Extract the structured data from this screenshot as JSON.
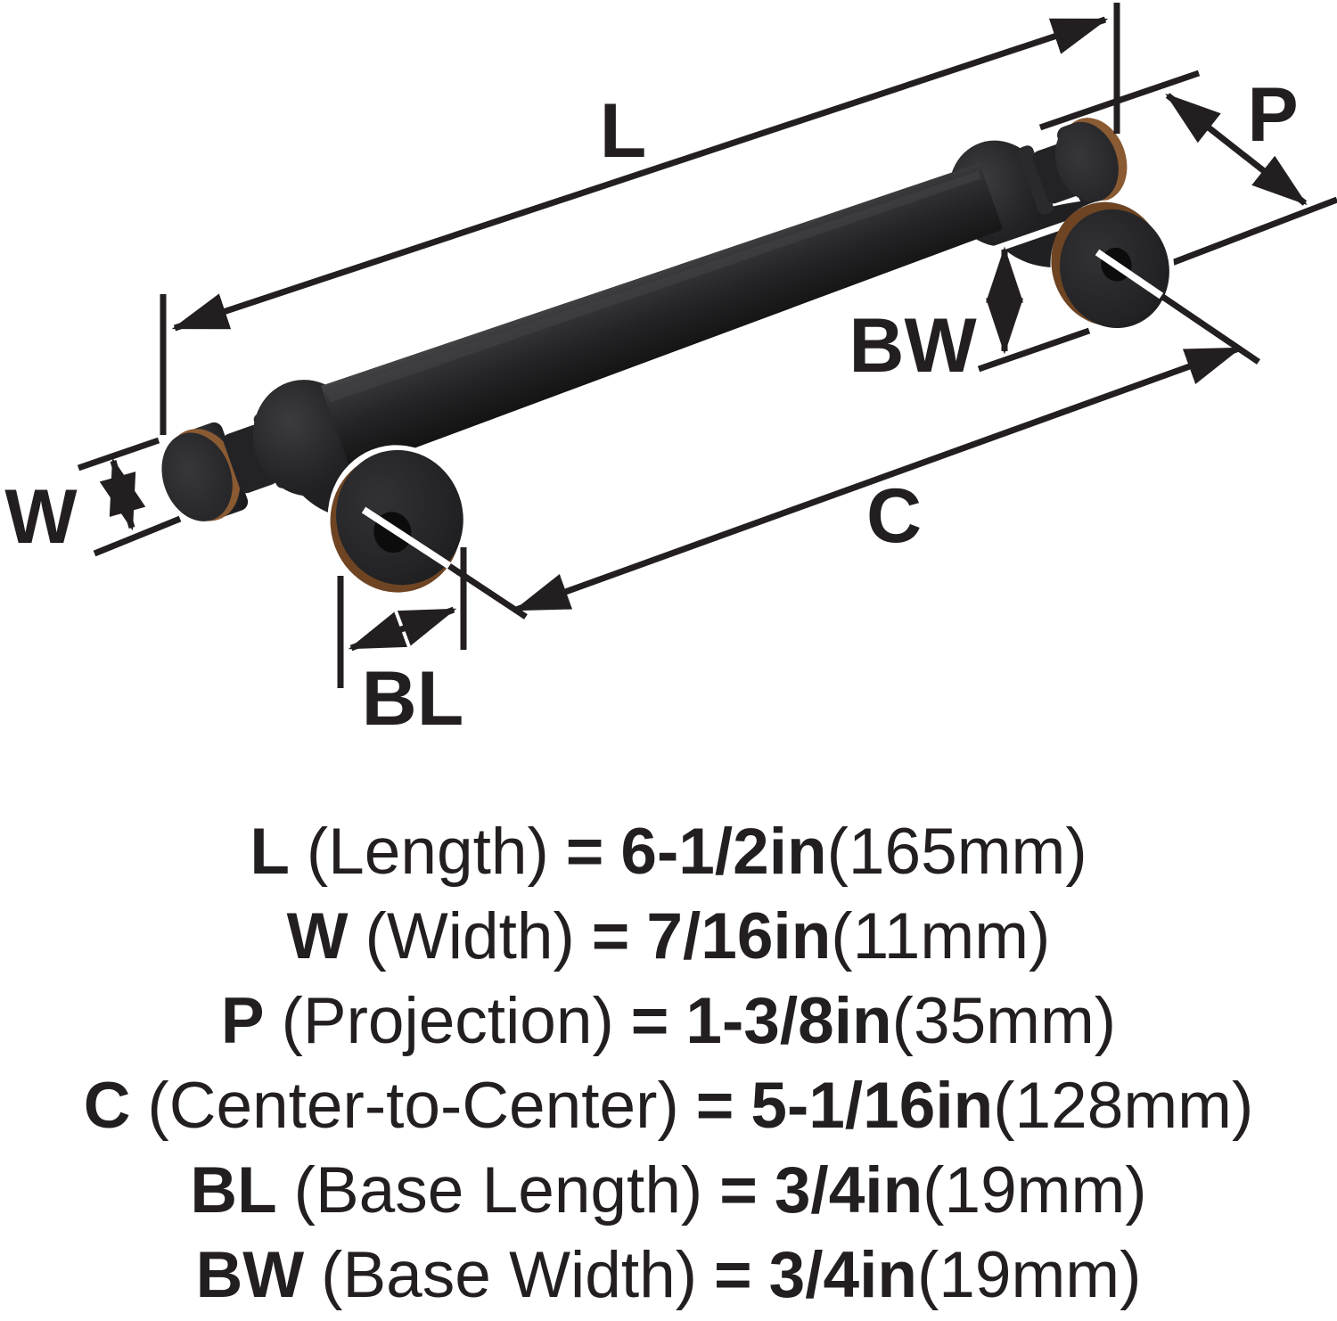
{
  "diagram": {
    "labels": {
      "length": "L",
      "width": "W",
      "projection": "P",
      "center_to_center": "C",
      "base_length": "BL",
      "base_width": "BW"
    }
  },
  "specs": {
    "rows": [
      {
        "key": "L",
        "desc": "(Length)",
        "eq": "=",
        "imperial": "6-1/2in",
        "metric": "(165mm)"
      },
      {
        "key": "W",
        "desc": "(Width)",
        "eq": "=",
        "imperial": "7/16in",
        "metric": "(11mm)"
      },
      {
        "key": "P",
        "desc": "(Projection)",
        "eq": "=",
        "imperial": "1-3/8in",
        "metric": "(35mm)"
      },
      {
        "key": "C",
        "desc": "(Center-to-Center)",
        "eq": "=",
        "imperial": "5-1/16in",
        "metric": "(128mm)"
      },
      {
        "key": "BL",
        "desc": "(Base Length)",
        "eq": "=",
        "imperial": "3/4in",
        "metric": "(19mm)"
      },
      {
        "key": "BW",
        "desc": "(Base Width)",
        "eq": "=",
        "imperial": "3/4in",
        "metric": "(19mm)"
      }
    ]
  },
  "colors": {
    "ink": "#231f20",
    "bronze": "#8a5a32",
    "bronze_dark": "#6e4423",
    "handle_dark": "#232325",
    "background": "#ffffff"
  }
}
